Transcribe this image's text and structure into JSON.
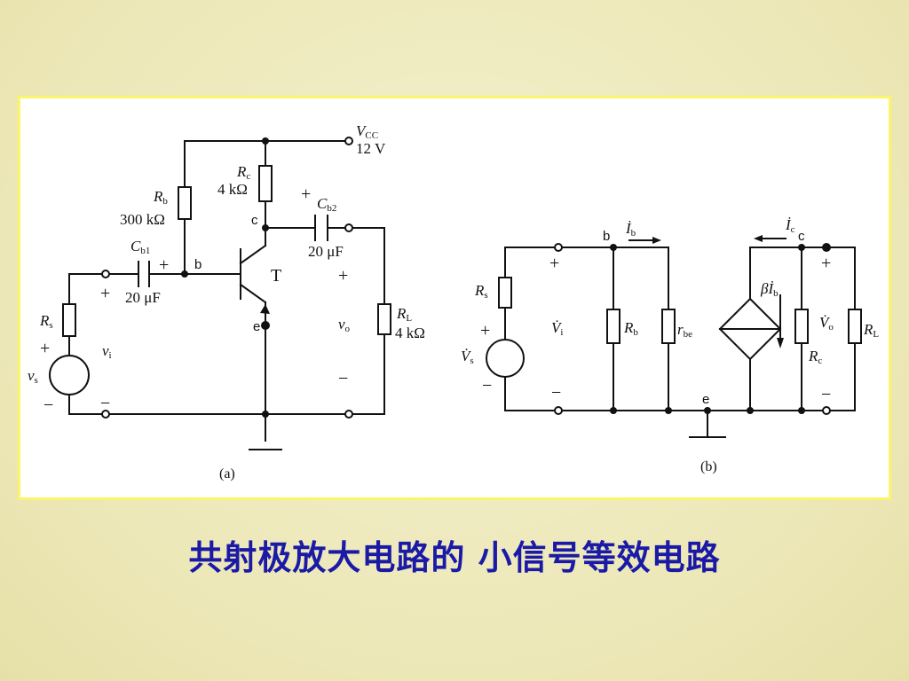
{
  "caption": "共射极放大电路的 小信号等效电路",
  "colors": {
    "background": "#ece7b6",
    "frame_border": "#fbf56a",
    "caption": "#1a1aa6",
    "ink": "#111111"
  },
  "circuit_a": {
    "label": "(a)",
    "vcc_name": "V",
    "vcc_sub": "CC",
    "vcc_value": "12 V",
    "rb_name": "R",
    "rb_sub": "b",
    "rb_value": "300 kΩ",
    "rc_name": "R",
    "rc_sub": "c",
    "rc_value": "4 kΩ",
    "cb1_name": "C",
    "cb1_sub": "b1",
    "cb1_value": "20 μF",
    "cb2_name": "C",
    "cb2_sub": "b2",
    "cb2_value": "20 μF",
    "rs_name": "R",
    "rs_sub": "s",
    "rl_name": "R",
    "rl_sub": "L",
    "rl_value": "4 kΩ",
    "transistor": "T",
    "node_b": "b",
    "node_c": "c",
    "node_e": "e",
    "vi_name": "v",
    "vi_sub": "i",
    "vs_name": "v",
    "vs_sub": "s",
    "vo_name": "v",
    "vo_sub": "o",
    "plus": "+",
    "minus": "−"
  },
  "circuit_b": {
    "label": "(b)",
    "node_b": "b",
    "node_c": "c",
    "node_e": "e",
    "ib_name": "İ",
    "ib_sub": "b",
    "ic_name": "İ",
    "ic_sub": "c",
    "rs_name": "R",
    "rs_sub": "s",
    "rb_name": "R",
    "rb_sub": "b",
    "rbe_name": "r",
    "rbe_sub": "be",
    "beta_source": "βİ",
    "beta_sub": "b",
    "rc_name": "R",
    "rc_sub": "c",
    "rl_name": "R",
    "rl_sub": "L",
    "vi_name": "V̇",
    "vi_sub": "i",
    "vs_name": "V̇",
    "vs_sub": "s",
    "vo_name": "V̇",
    "vo_sub": "o",
    "plus": "+",
    "minus": "−"
  }
}
